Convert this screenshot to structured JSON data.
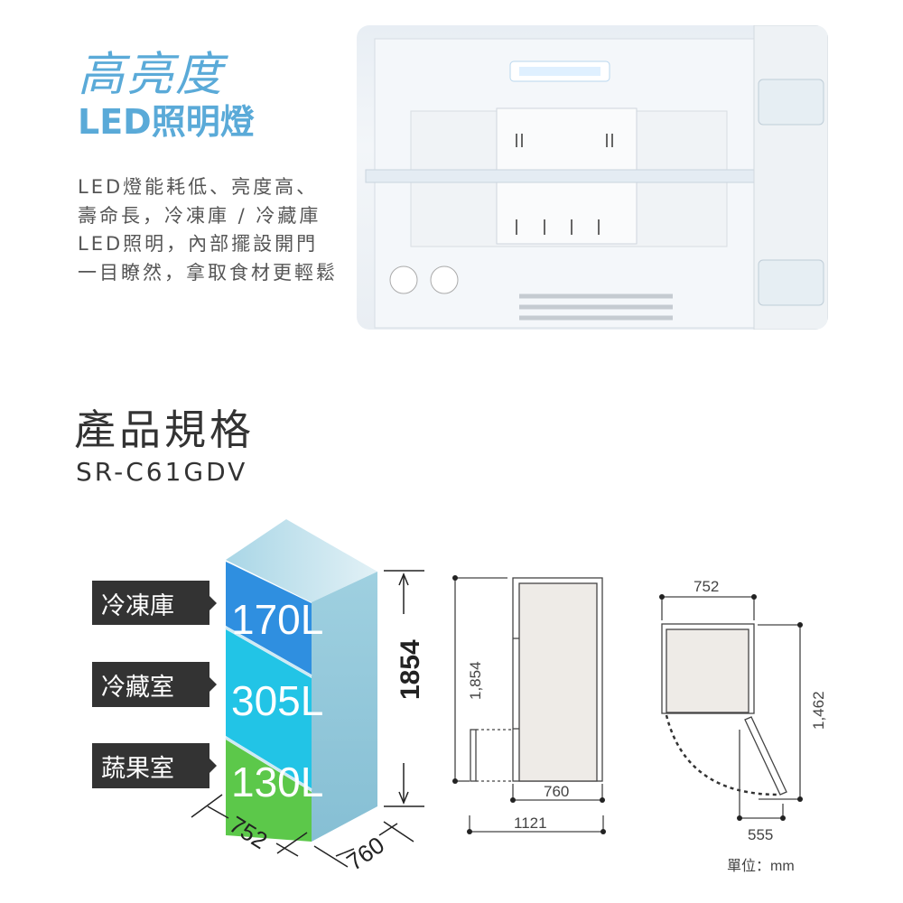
{
  "feature": {
    "title": "高亮度",
    "subtitle": "LED照明燈",
    "description": "LED燈能耗低、亮度高、壽命長，冷凍庫 / 冷藏庫LED照明，內部擺設開門一目瞭然，拿取食材更輕鬆"
  },
  "spec": {
    "title": "產品規格",
    "model": "SR-C61GDV",
    "compartments": [
      {
        "label": "冷凍庫",
        "volume": "170L"
      },
      {
        "label": "冷藏室",
        "volume": "305L"
      },
      {
        "label": "蔬果室",
        "volume": "130L"
      }
    ],
    "iso_dims": {
      "height": "1854",
      "width": "752",
      "depth": "760"
    },
    "side_view": {
      "height": "1,854",
      "depth": "760",
      "depth_open": "1121"
    },
    "top_view": {
      "width": "752",
      "depth_open": "1,462",
      "door_clearance": "555"
    },
    "unit": "單位：mm"
  },
  "colors": {
    "accent": "#5aaad8",
    "freezer": "#2f8fe0",
    "fridge": "#22c4e6",
    "veg": "#5cc84a",
    "label_bg": "#333333"
  }
}
